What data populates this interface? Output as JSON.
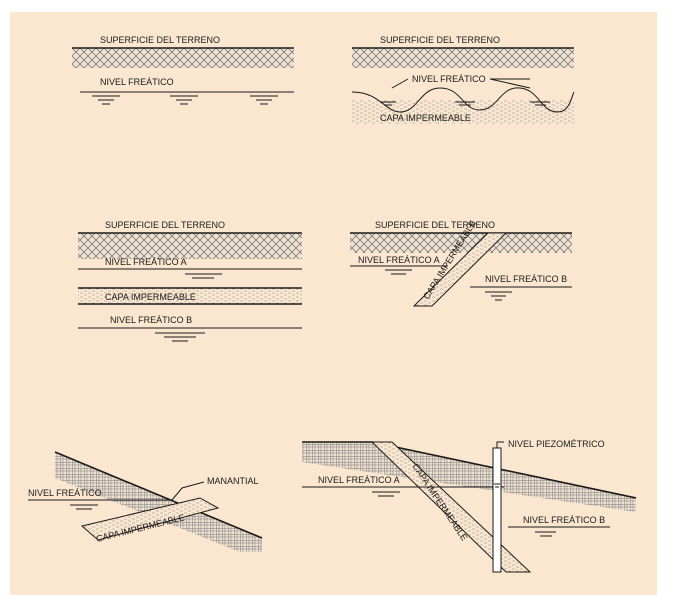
{
  "colors": {
    "background": "#fbe7d0",
    "ink": "#1a1a1a"
  },
  "labels": {
    "surface": "SUPERFICIE DEL TERRENO",
    "water_table": "NIVEL FREÁTICO",
    "impermeable": "CAPA IMPERMEABLE",
    "water_table_a": "NIVEL FREÁTICO A",
    "water_table_b": "NIVEL FREÁTICO B",
    "spring": "MANANTIAL",
    "piezometric": "NIVEL PIEZOMÉTRICO"
  }
}
